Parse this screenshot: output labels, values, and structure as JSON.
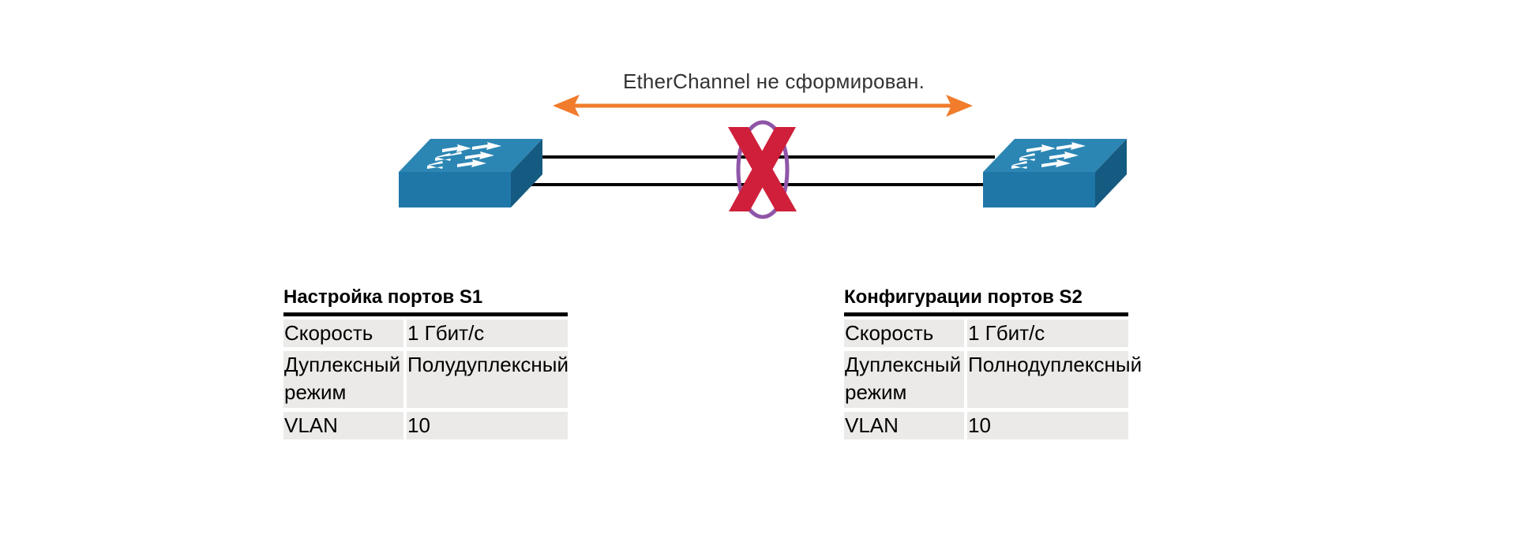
{
  "caption": "EtherChannel не сформирован.",
  "colors": {
    "arrow": "#f07c2c",
    "switch_top": "#2c86b4",
    "switch_front": "#1f77a8",
    "switch_side": "#155a80",
    "bundle_ring": "#8f56a8",
    "fail_mark": "#cf1f3a",
    "link": "#000000",
    "table_cell": "#ebeae8"
  },
  "icons": [
    "switch-s1-icon",
    "switch-s2-icon",
    "bidirectional-arrow-icon",
    "etherchannel-bundle-icon",
    "failure-x-icon"
  ],
  "tables": {
    "s1": {
      "title": "Настройка портов S1",
      "rows": [
        {
          "label": "Скорость",
          "value": "1 Гбит/с"
        },
        {
          "label": "Дуплексный режим",
          "value": "Полудуплексный"
        },
        {
          "label": "VLAN",
          "value": "10"
        }
      ]
    },
    "s2": {
      "title": "Конфигурации портов S2",
      "rows": [
        {
          "label": "Скорость",
          "value": "1 Гбит/с"
        },
        {
          "label": "Дуплексный режим",
          "value": "Полнодуплексный"
        },
        {
          "label": "VLAN",
          "value": "10"
        }
      ]
    }
  }
}
